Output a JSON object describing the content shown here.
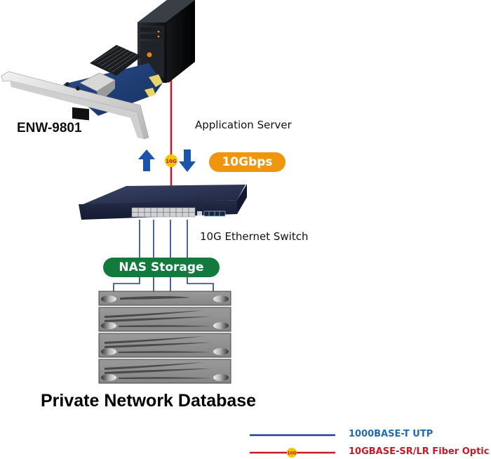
{
  "diagram": {
    "title": "Private Network Database",
    "nodes": {
      "nic_card": {
        "label": "ENW-9801",
        "icon": "pcie-sfp-network-card-icon"
      },
      "server": {
        "label": "Application Server",
        "icon": "tower-server-icon"
      },
      "switch": {
        "label": "10G Ethernet Switch",
        "icon": "rack-switch-icon"
      },
      "nas": {
        "label": "NAS Storage",
        "icon": "storage-array-icon",
        "units": 4
      }
    },
    "link_badge": "10G",
    "speed_badge": "10Gbps",
    "arrows": [
      "arrow-up-icon",
      "arrow-down-icon"
    ],
    "legend": [
      {
        "label": "1000BASE-T UTP",
        "color": "#1f3f94",
        "text_color": "#1f6cb4"
      },
      {
        "label": "10GBASE-SR/LR Fiber Optic",
        "color": "#c41a2a",
        "text_color": "#c41a2a",
        "badge": "10G"
      }
    ],
    "colors": {
      "fiber": "#c41a2a",
      "utp": "#1f3f94",
      "speed_badge": "#f0960e",
      "nas_badge": "#127a3c",
      "badge_yellow": "#f5c400"
    }
  }
}
